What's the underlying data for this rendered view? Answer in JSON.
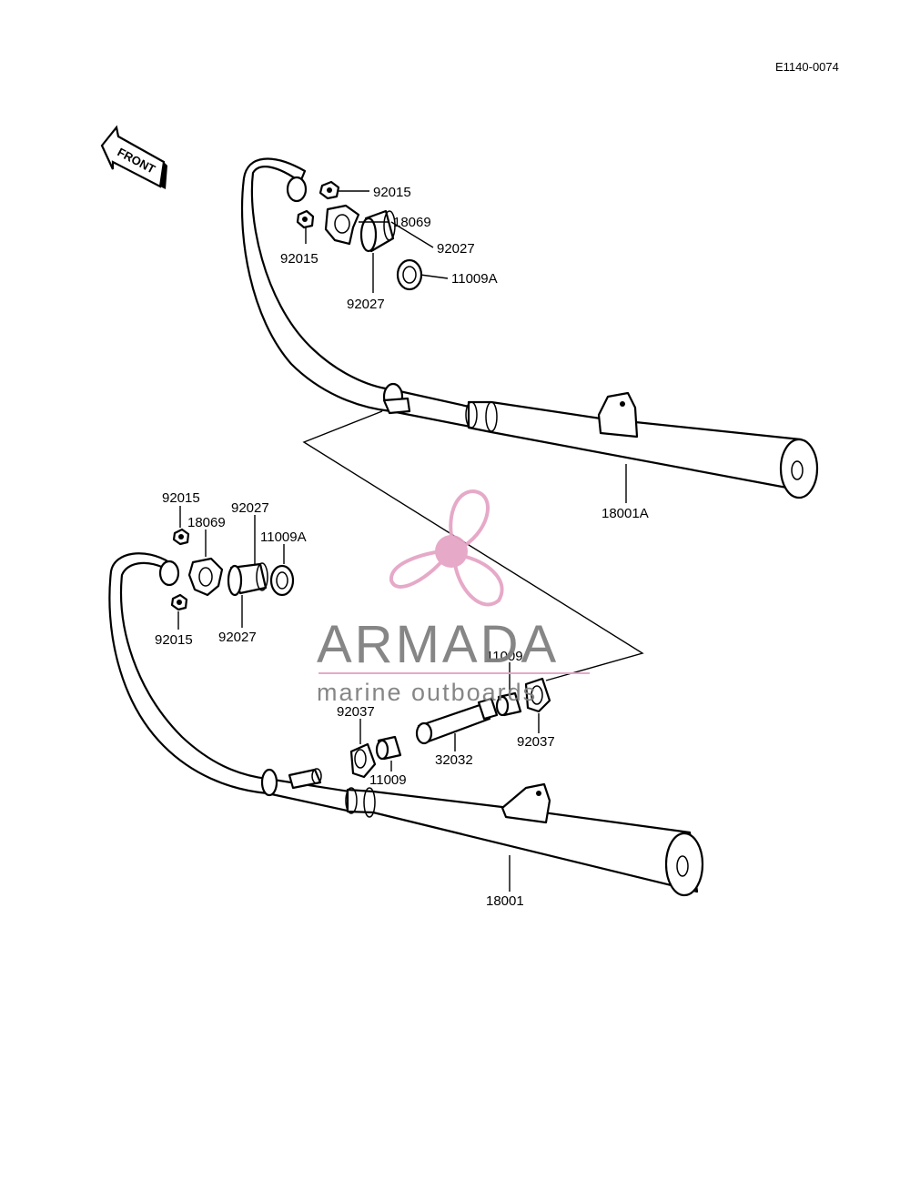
{
  "diagram": {
    "code": "E1140-0074",
    "front_label": "FRONT",
    "upper": {
      "nut_top": "92015",
      "clamp": "18069",
      "nut_side": "92015",
      "collar_right": "92027",
      "collar_left": "92027",
      "gasket": "11009A",
      "muffler": "18001A"
    },
    "lower": {
      "nut_top": "92015",
      "collar_top": "92027",
      "clamp": "18069",
      "gasket": "11009A",
      "nut_bottom": "92015",
      "collar_bottom": "92027",
      "gasket_right": "11009",
      "clamp_left": "92037",
      "gasket_left": "11009",
      "connector_pipe": "32032",
      "clamp_right": "92037",
      "muffler": "18001"
    }
  },
  "watermark": {
    "brand": "ARMADA",
    "tagline": "marine outboards",
    "brand_color": "#e5a5c6",
    "text_color": "#808080"
  }
}
